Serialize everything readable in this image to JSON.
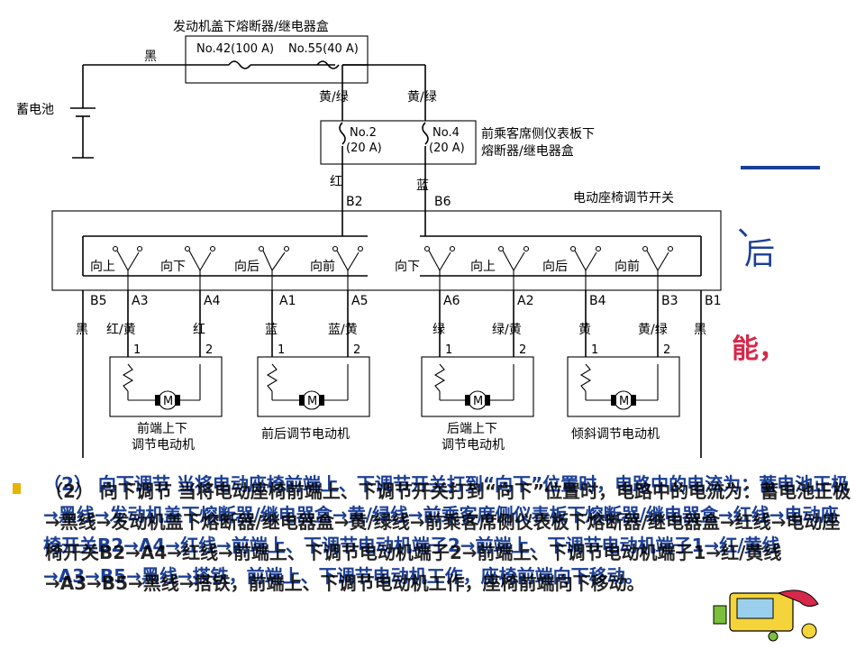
{
  "labels": {
    "engine_box": "发动机盖下熔断器/继电器盒",
    "fuse_42": "No.42(100 A)",
    "fuse_55": "No.55(40 A)",
    "black": "黑",
    "battery": "蓄电池",
    "yellow_green": "黄/绿",
    "fuse_2": "No.2",
    "fuse_2_amp": "(20 A)",
    "fuse_4": "No.4",
    "fuse_4_amp": "(20 A)",
    "dash_box_line1": "前乘客席侧仪表板下",
    "dash_box_line2": "熔断器/继电器盒",
    "red": "红",
    "blue": "蓝",
    "b2": "B2",
    "b6": "B6",
    "seat_switch": "电动座椅调节开关",
    "sw_up": "向上",
    "sw_down": "向下",
    "sw_back": "向后",
    "sw_fwd": "向前",
    "b5": "B5",
    "a3": "A3",
    "a4": "A4",
    "a1": "A1",
    "a5": "A5",
    "a6": "A6",
    "a2": "A2",
    "b4": "B4",
    "b3": "B3",
    "b1": "B1",
    "w_red_yellow": "红/黄",
    "w_red": "红",
    "w_blue": "蓝",
    "w_blue_yellow": "蓝/黄",
    "w_green": "绿",
    "w_green_yellow": "绿/黄",
    "w_yellow": "黄",
    "w_yellow_green": "黄/绿",
    "pin_1": "1",
    "pin_2": "2",
    "motor": "M",
    "m1_line1": "前端上下",
    "m1_line2": "调节电动机",
    "m2": "前后调节电动机",
    "m3_line1": "后端上下",
    "m3_line2": "调节电动机",
    "m4": "倾斜调节电动机"
  },
  "background": {
    "frag_comma": "、",
    "frag_back": "后",
    "frag_neng": "能，"
  },
  "paragraph": {
    "layer_a": "（2） 向下调节 当将电动座椅前端上、下调节开关打到“向下”位置时，电路中的电流为：蓄电池正极→黑线→发动机盖下熔断器/继电器盒→黄/绿线→前乘客席侧仪表板下熔断器/继电器盒→红线→电动座椅开关B2→A4→红线→前端上、下调节电动机端子2→前端上、下调节电动机端子1→红/黄线→A3→B5→黑线→搭铁，前端上、下调节电动机工作，座椅前端向下移动。",
    "layer_b": "（2） 向下调节 当将电动座椅前端上、下调节开关打到“向下”位置时，电路中的电流为：蓄电池正极→黑线→发动机盖下熔断器/继电器盒→黄/绿线→前乘客席侧仪表板下熔断器/继电器盒→红线→电动座椅开关B2→A4→红线→前端上、下调节电动机端子2→前端上、下调节电动机端子1→红/黄线→A3→B5→黑线→搭铁，前端上、下调节电动机工作，座椅前端向下移动。"
  },
  "colors": {
    "accent_blue": "#1b3f95",
    "accent_red": "#d6284a",
    "bullet": "#e8b400"
  }
}
